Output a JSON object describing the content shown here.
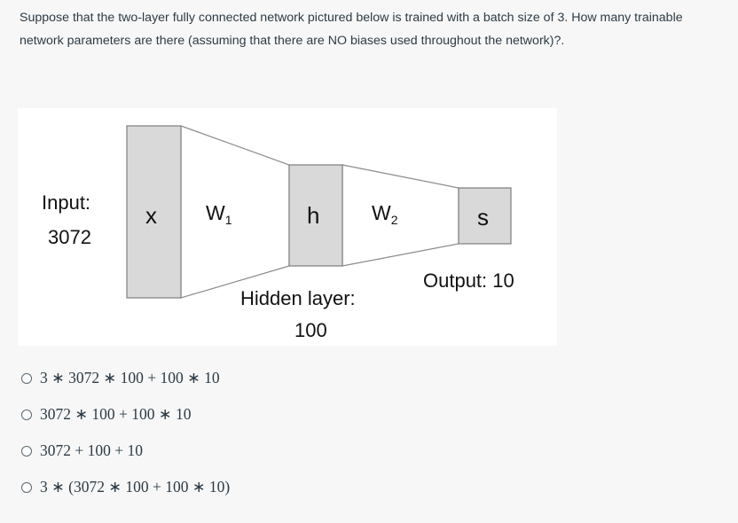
{
  "question": {
    "text": "Suppose that the two-layer fully connected network pictured below is trained with a batch size of 3. How many trainable network parameters are there (assuming that there are NO biases used throughout the network)?."
  },
  "figure": {
    "input_label": "Input:",
    "input_value": "3072",
    "x_label": "x",
    "w1_label": "W",
    "w1_sub": "1",
    "h_label": "h",
    "w2_label": "W",
    "w2_sub": "2",
    "s_label": "s",
    "hidden_label": "Hidden layer:",
    "hidden_value": "100",
    "output_label": "Output: 10",
    "colors": {
      "box_fill": "#d9d9d9",
      "box_stroke": "#7f7f7f"
    }
  },
  "options": [
    {
      "label": "3 ∗ 3072 ∗ 100 + 100 ∗ 10"
    },
    {
      "label": "3072 ∗ 100 + 100 ∗ 10"
    },
    {
      "label": "3072 + 100 + 10"
    },
    {
      "label": "3 ∗ (3072 ∗ 100 + 100 ∗ 10)"
    }
  ],
  "icons": {
    "radio": "radio-unchecked-icon"
  }
}
